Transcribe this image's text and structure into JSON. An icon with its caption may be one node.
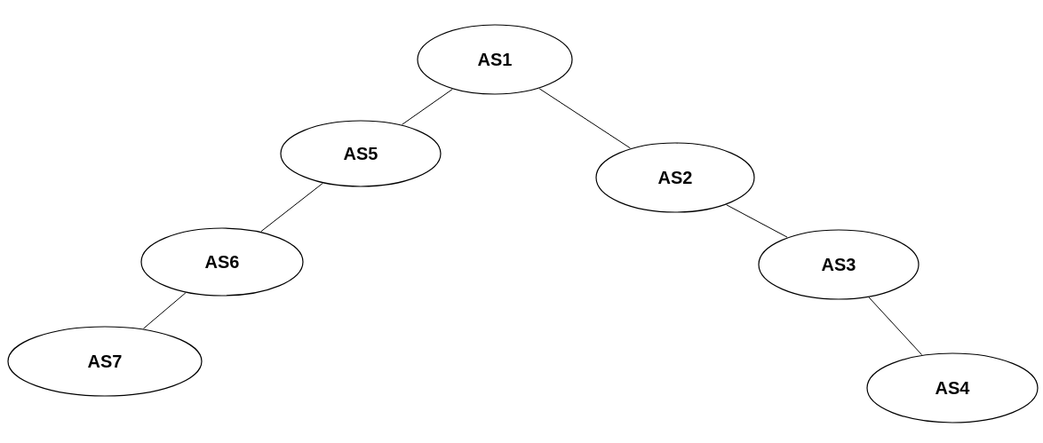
{
  "diagram": {
    "nodes": [
      {
        "text": [
          "AS1"
        ]
      },
      {
        "text": [
          "AS5"
        ]
      },
      {
        "text": [
          "AS2"
        ]
      },
      {
        "text": [
          "AS6"
        ]
      },
      {
        "text": [
          "AS3"
        ]
      },
      {
        "text": [
          "AS7"
        ]
      },
      {
        "text": [
          "AS4"
        ]
      }
    ],
    "edges": [
      {
        "from": 0,
        "to": 1,
        "arrow": "none"
      },
      {
        "from": 0,
        "to": 2,
        "arrow": "none"
      },
      {
        "from": 1,
        "to": 3,
        "arrow": "none"
      },
      {
        "from": 3,
        "to": 5,
        "arrow": "none"
      },
      {
        "from": 2,
        "to": 4,
        "arrow": "none"
      },
      {
        "from": 4,
        "to": 6,
        "arrow": "none"
      }
    ]
  }
}
